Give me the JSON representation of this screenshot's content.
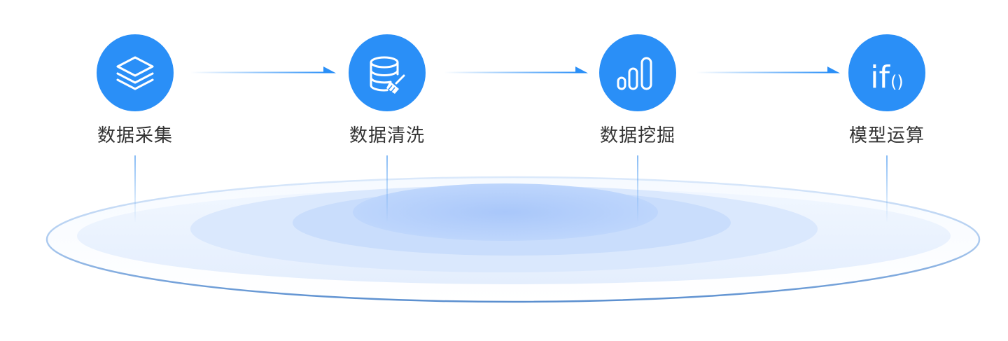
{
  "steps": [
    {
      "label": "数据采集",
      "icon": "layers-icon"
    },
    {
      "label": "数据清洗",
      "icon": "database-broom-icon"
    },
    {
      "label": "数据挖掘",
      "icon": "bar-chart-icon"
    },
    {
      "label": "模型运算",
      "icon": "function-icon",
      "icon_text": "if",
      "icon_text_brackets": "()"
    }
  ],
  "connectors": [
    "arrow-right-icon",
    "arrow-right-icon",
    "arrow-right-icon"
  ],
  "colors": {
    "accent": "#2a8ff7",
    "label_text": "#333333",
    "platform_light": "#eaf2fe",
    "platform_core": "#b3cffb",
    "platform_rim": "#5b8fcf"
  }
}
